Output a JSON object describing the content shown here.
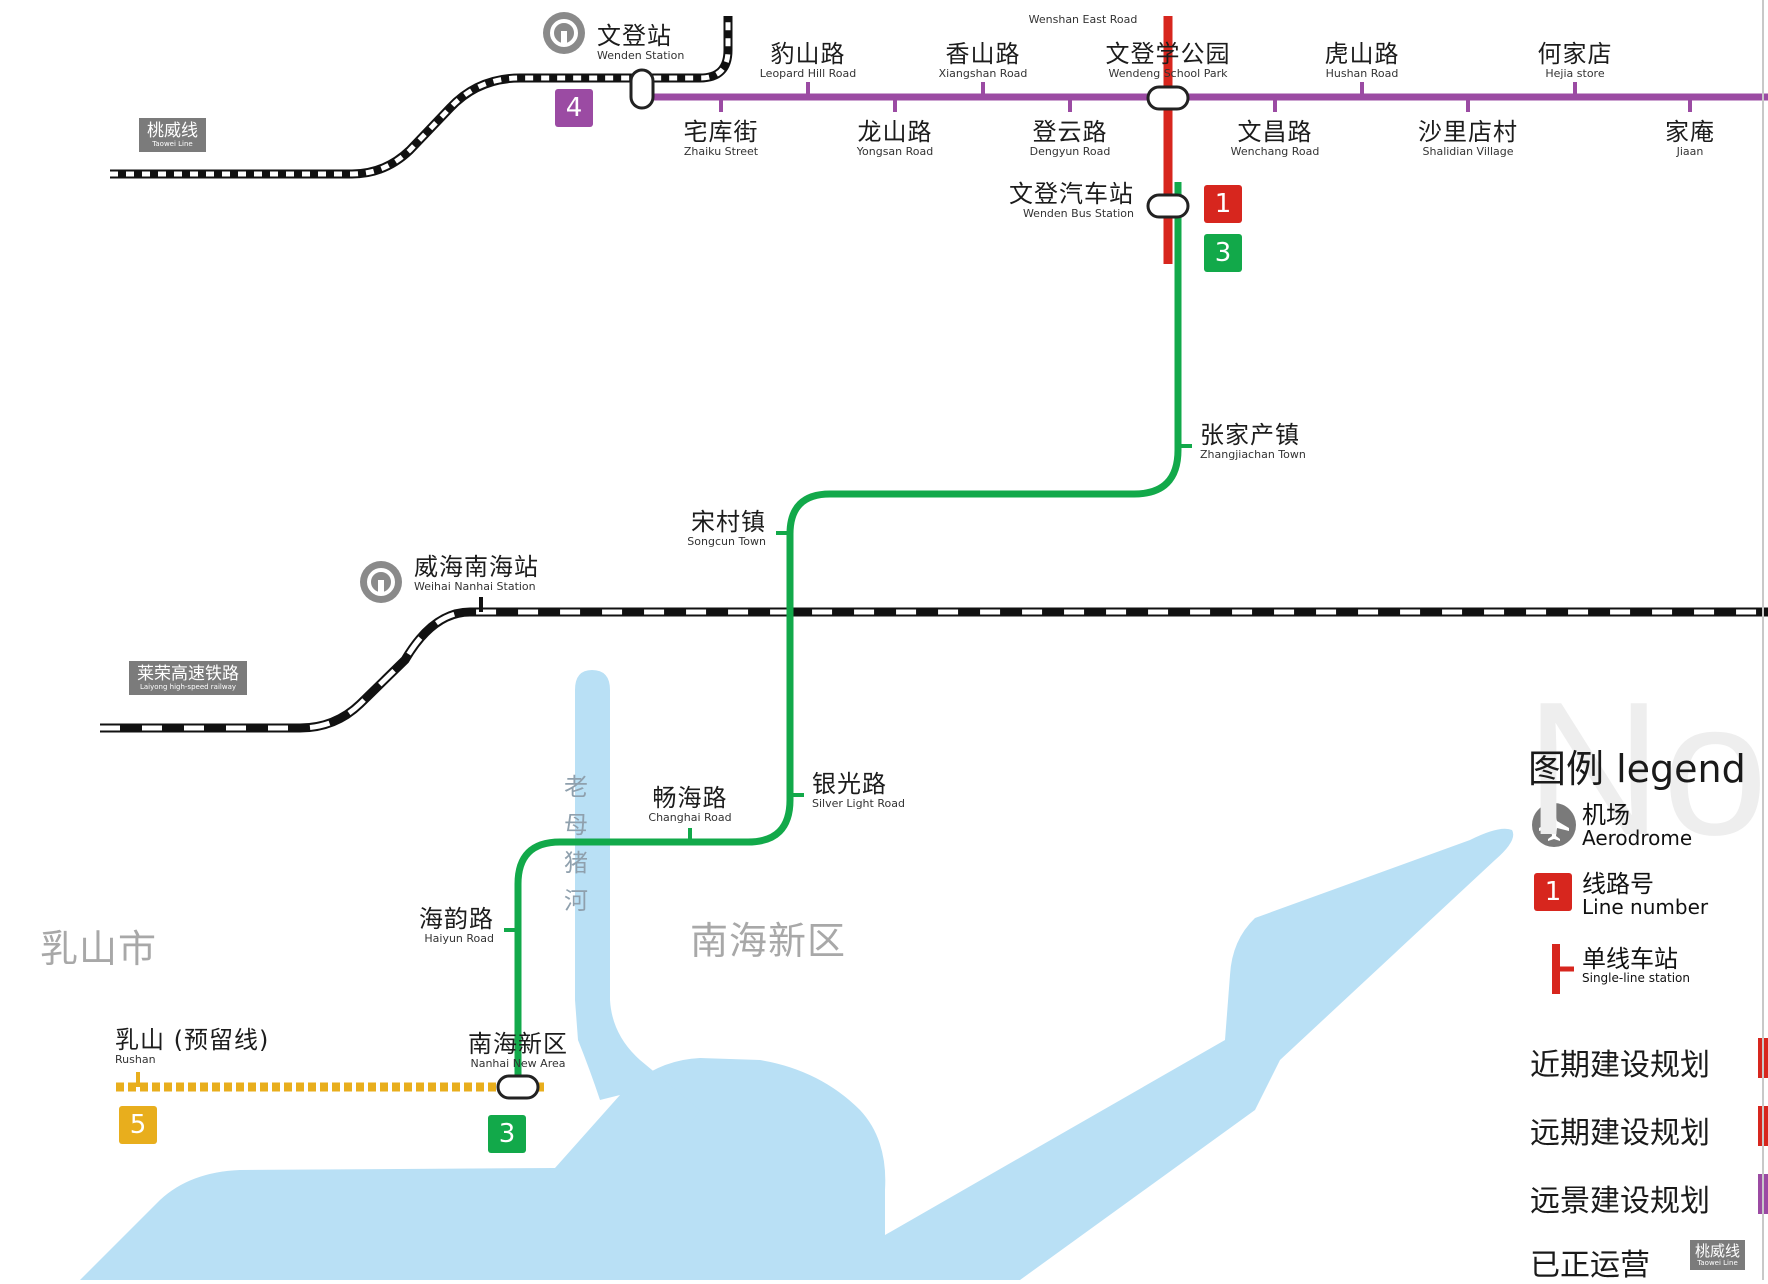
{
  "colors": {
    "line1": "#d7261e",
    "line3": "#12a94a",
    "line4": "#9b4ba3",
    "line5": "#e8ae1d",
    "water": "#b9e0f5",
    "rail": "#111111",
    "area_label": "#a8a8a8"
  },
  "line_badges": {
    "line4": "4",
    "line1": "1",
    "line3_north": "3",
    "line3_south": "3",
    "line5": "5"
  },
  "rail_lines": {
    "taowei": {
      "cn": "桃威线",
      "en": "Taowei Line"
    },
    "laiyong": {
      "cn": "莱荣高速铁路",
      "en": "Laiyong high-speed railway"
    }
  },
  "rail_stations": {
    "wendeng": {
      "cn": "文登站",
      "en": "Wenden Station",
      "icon": "railway-station-icon"
    },
    "weihai_nanhai": {
      "cn": "威海南海站",
      "en": "Weihai Nanhai Station",
      "icon": "railway-station-icon"
    }
  },
  "stations": {
    "wenshan_east": {
      "en": "Wenshan East Road"
    },
    "leopard_hill": {
      "cn": "豹山路",
      "en": "Leopard Hill Road"
    },
    "xiangshan": {
      "cn": "香山路",
      "en": "Xiangshan Road"
    },
    "school_park": {
      "cn": "文登学公园",
      "en": "Wendeng School Park"
    },
    "hushan": {
      "cn": "虎山路",
      "en": "Hushan Road"
    },
    "hejia": {
      "cn": "何家店",
      "en": "Hejia store"
    },
    "zhaiku": {
      "cn": "宅库街",
      "en": "Zhaiku Street"
    },
    "longshan": {
      "cn": "龙山路",
      "en": "Yongsan Road"
    },
    "dengyun": {
      "cn": "登云路",
      "en": "Dengyun Road"
    },
    "wenchang": {
      "cn": "文昌路",
      "en": "Wenchang Road"
    },
    "shalidian": {
      "cn": "沙里店村",
      "en": "Shalidian Village"
    },
    "jiaan": {
      "cn": "家庵",
      "en": "Jiaan"
    },
    "bus_station": {
      "cn": "文登汽车站",
      "en": "Wenden Bus Station"
    },
    "zhangjiachan": {
      "cn": "张家产镇",
      "en": "Zhangjiachan Town"
    },
    "songcun": {
      "cn": "宋村镇",
      "en": "Songcun Town"
    },
    "yinguang": {
      "cn": "银光路",
      "en": "Silver Light Road"
    },
    "changhai": {
      "cn": "畅海路",
      "en": "Changhai Road"
    },
    "haiyun": {
      "cn": "海韵路",
      "en": "Haiyun Road"
    },
    "nanhai_new_area": {
      "cn": "南海新区",
      "en": "Nanhai New Area"
    },
    "rushan_reserved": {
      "cn": "乳山 (预留线)",
      "en": "Rushan"
    }
  },
  "areas": {
    "rushan_city": "乳山市",
    "nanhai_district": "南海新区",
    "river": [
      "老",
      "母",
      "猪",
      "河"
    ]
  },
  "legend": {
    "title": "图例 legend",
    "airport": {
      "cn": "机场",
      "en": "Aerodrome",
      "icon": "airplane-icon"
    },
    "line_number": {
      "cn": "线路号",
      "en": "Line number",
      "sample": "1"
    },
    "single_station": {
      "cn": "单线车站",
      "en": "Single-line station"
    },
    "near_term": "近期建设规划",
    "long_term": "远期建设规划",
    "vision": "远景建设规划",
    "operating": "已正运营",
    "operating_sample": {
      "cn": "桃威线",
      "en": "Taowei Line"
    }
  },
  "watermark": "No"
}
